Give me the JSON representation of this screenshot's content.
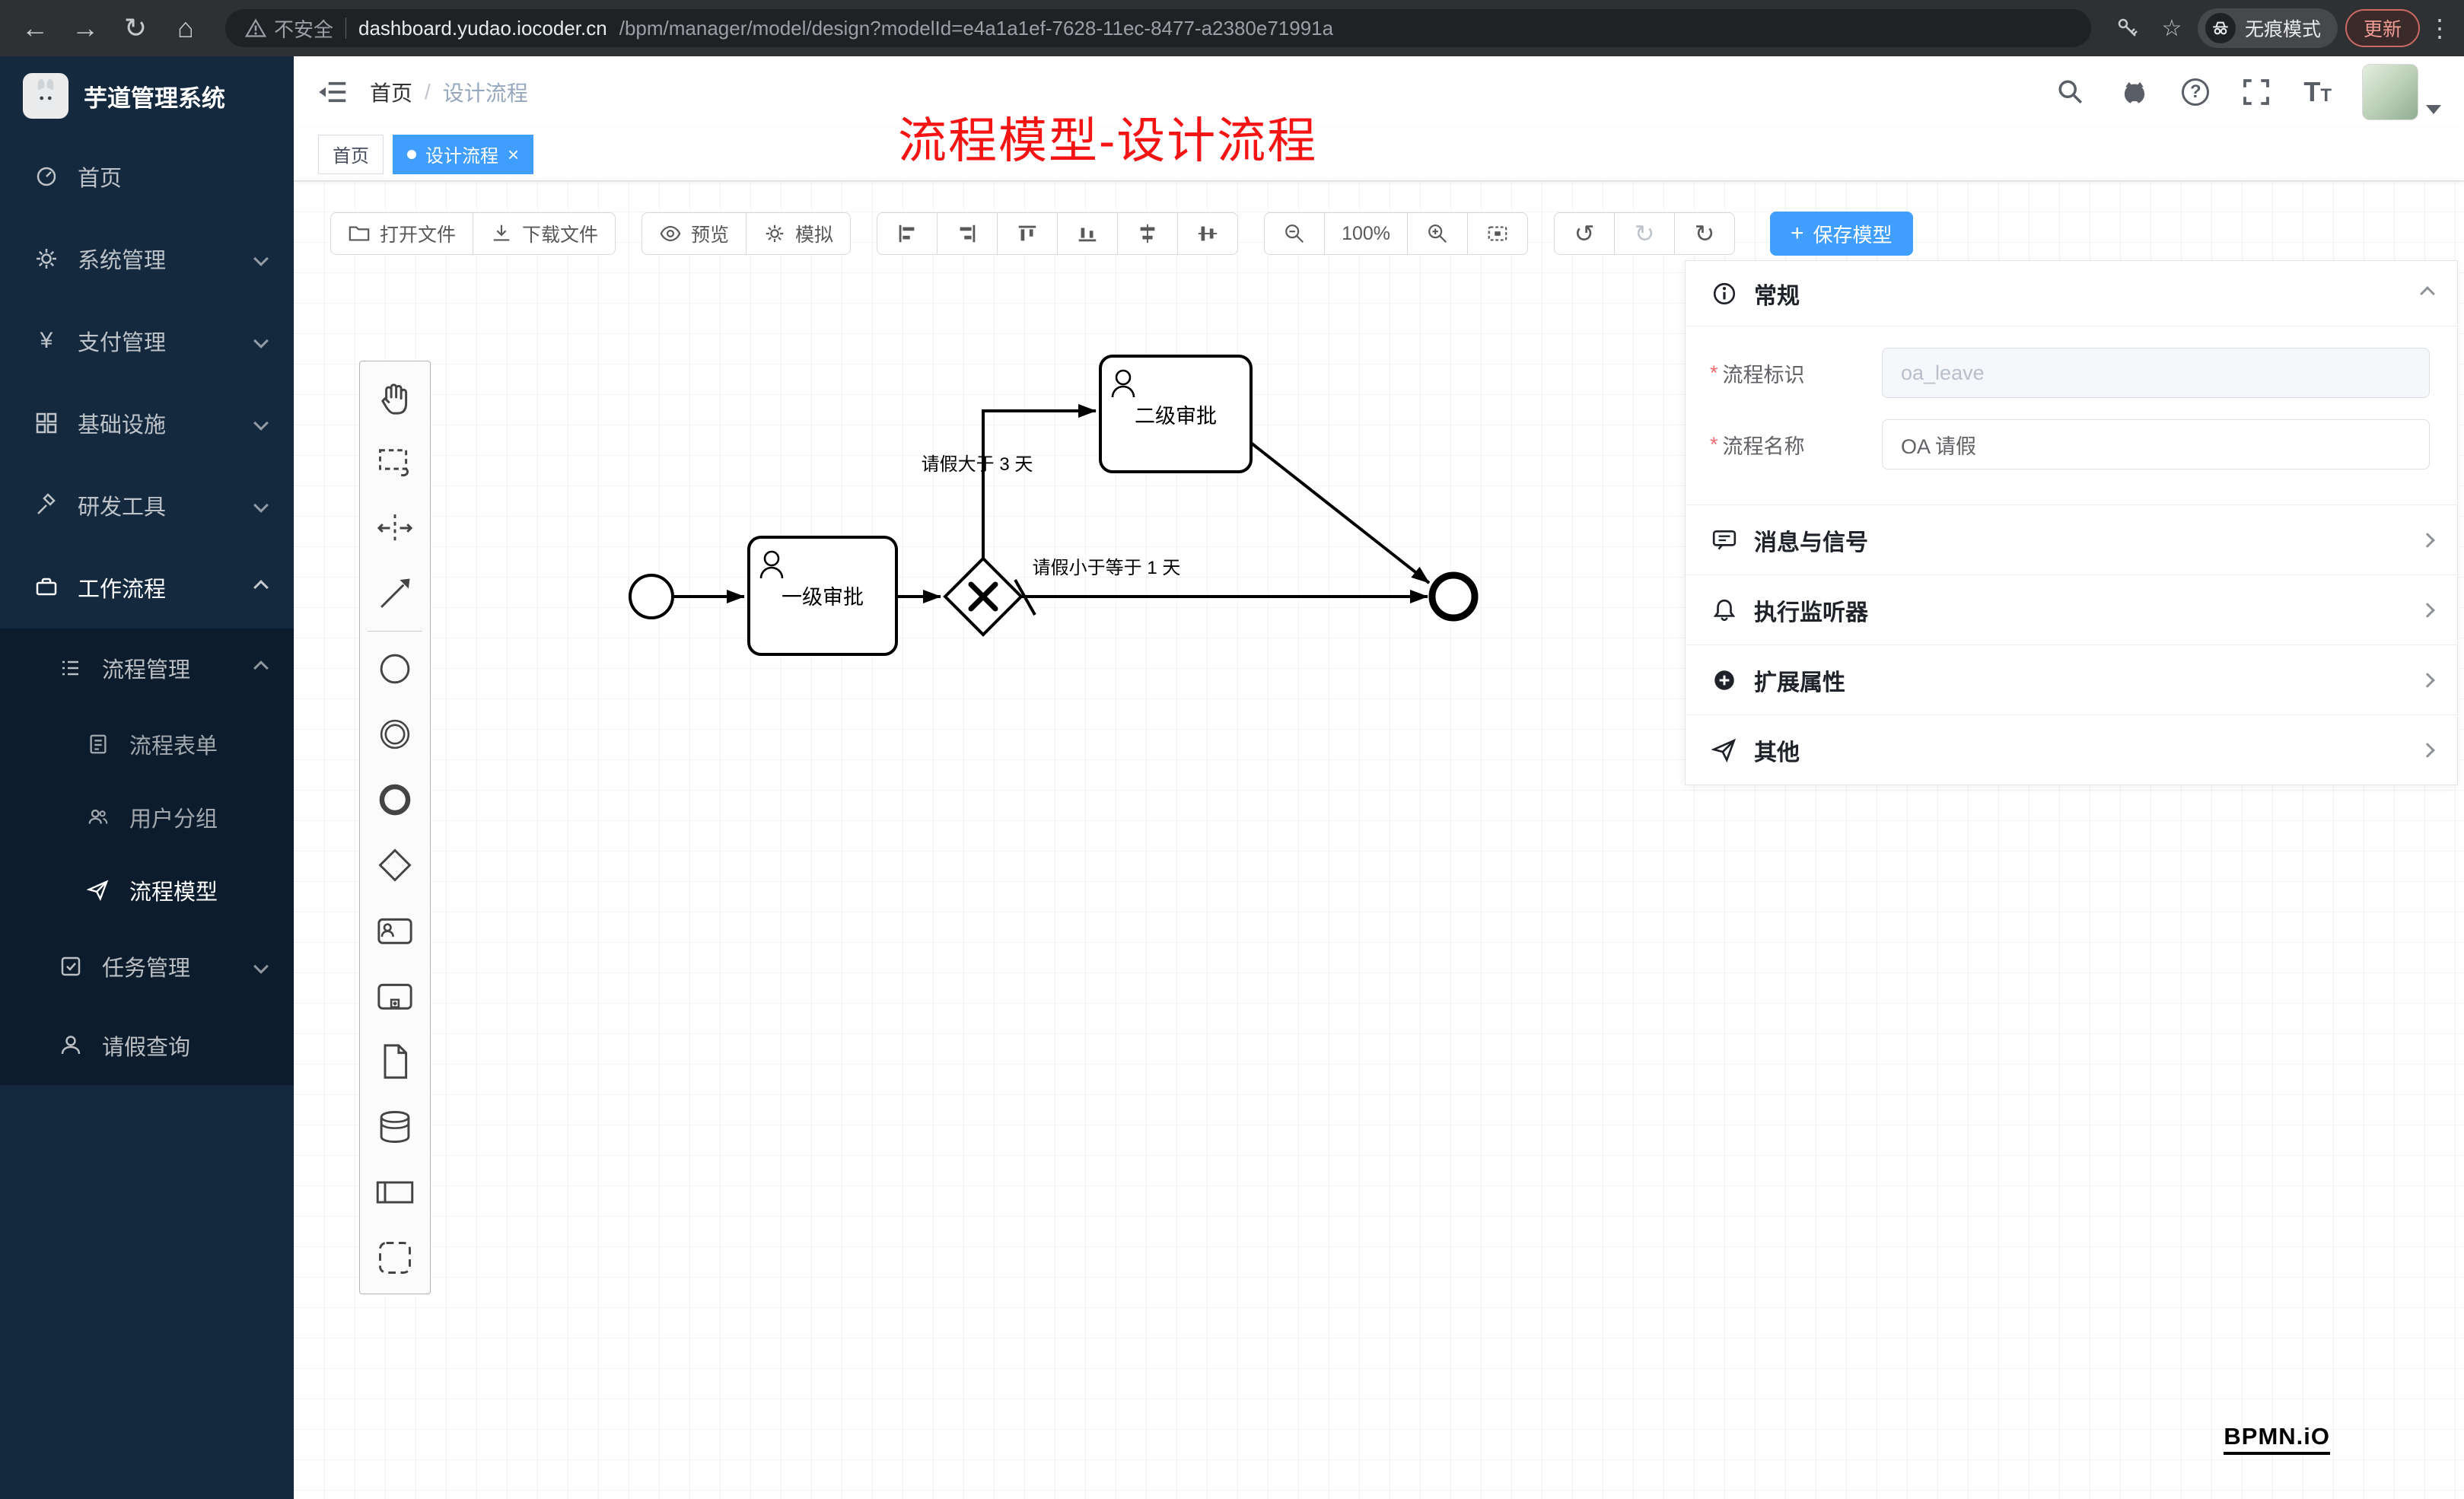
{
  "browser": {
    "security_label": "不安全",
    "url_host": "dashboard.yudao.iocoder.cn",
    "url_path": "/bpm/manager/model/design?modelId=e4a1a1ef-7628-11ec-8477-a2380e71991a",
    "incognito_label": "无痕模式",
    "update_label": "更新"
  },
  "sidebar": {
    "logo_title": "芋道管理系统",
    "menu": [
      {
        "label": "首页"
      },
      {
        "label": "系统管理"
      },
      {
        "label": "支付管理"
      },
      {
        "label": "基础设施"
      },
      {
        "label": "研发工具"
      },
      {
        "label": "工作流程"
      }
    ],
    "submenu": {
      "process_management": "流程管理",
      "process_form": "流程表单",
      "user_group": "用户分组",
      "process_model": "流程模型",
      "task_management": "任务管理",
      "leave_query": "请假查询"
    }
  },
  "header": {
    "breadcrumb_home": "首页",
    "breadcrumb_current": "设计流程",
    "annotation": "流程模型-设计流程"
  },
  "tabs": {
    "home": "首页",
    "active": "设计流程"
  },
  "toolbar": {
    "open": "打开文件",
    "download": "下载文件",
    "preview": "预览",
    "simulate": "模拟",
    "zoom_level": "100%",
    "save": "保存模型"
  },
  "diagram": {
    "task_level1": "一级审批",
    "task_level2": "二级审批",
    "condition_upper": "请假大于 3 天",
    "condition_lower": "请假小于等于 1 天"
  },
  "panel": {
    "general_title": "常规",
    "process_key_label": "流程标识",
    "process_key_value": "oa_leave",
    "process_name_label": "流程名称",
    "process_name_value": "OA 请假",
    "rows": [
      {
        "title": "消息与信号"
      },
      {
        "title": "执行监听器"
      },
      {
        "title": "扩展属性"
      },
      {
        "title": "其他"
      }
    ]
  },
  "watermark": "BPMN.iO"
}
